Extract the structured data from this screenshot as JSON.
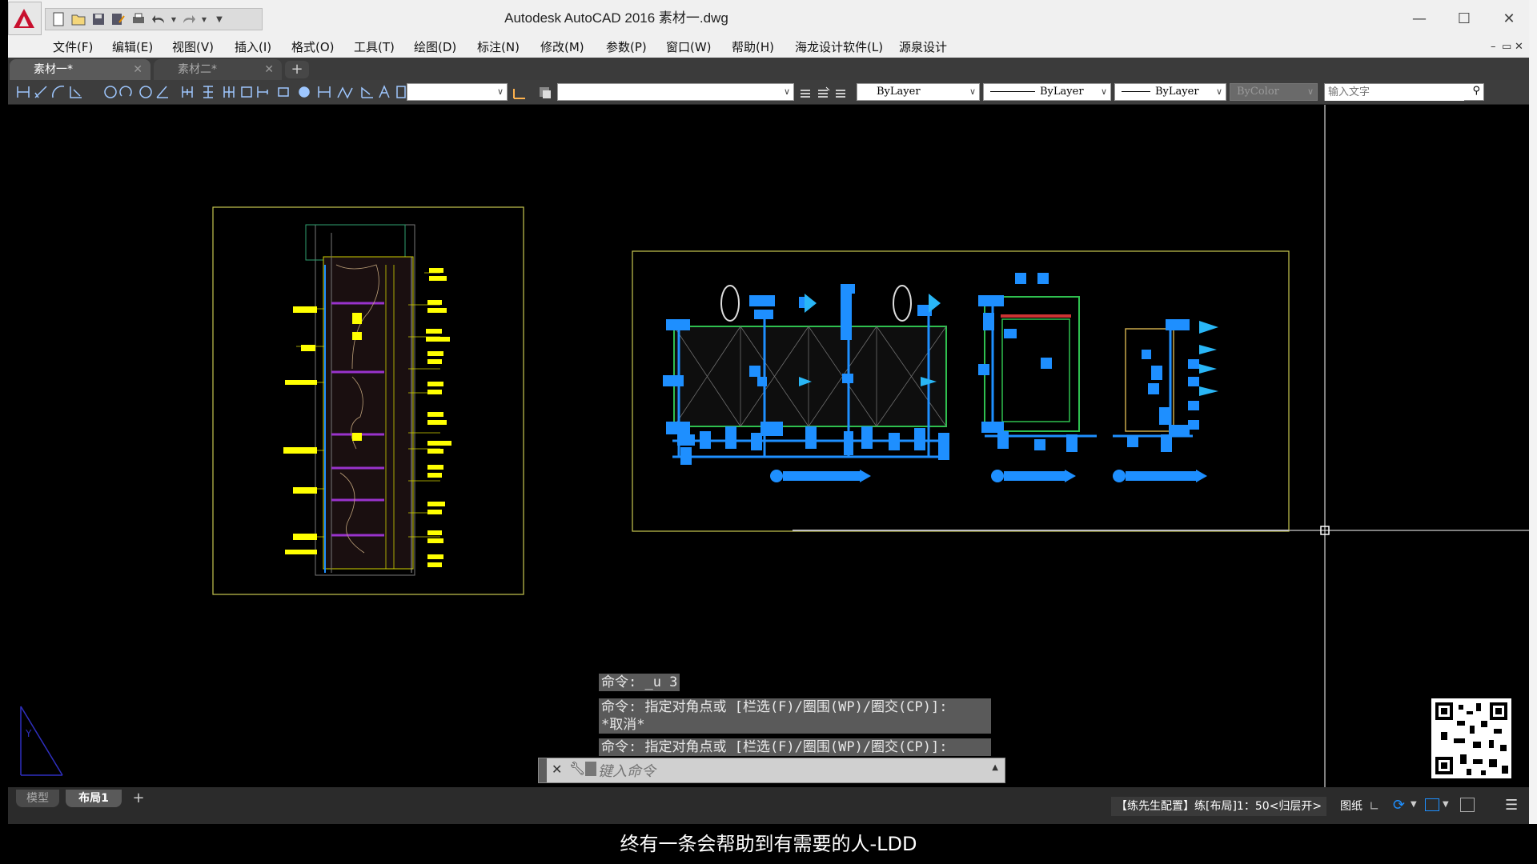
{
  "window": {
    "title": "Autodesk AutoCAD 2016      素材一.dwg",
    "minimize": "—",
    "maximize": "☐",
    "close": "✕"
  },
  "menu": {
    "items": [
      "文件(F)",
      "编辑(E)",
      "视图(V)",
      "插入(I)",
      "格式(O)",
      "工具(T)",
      "绘图(D)",
      "标注(N)",
      "修改(M)",
      "参数(P)",
      "窗口(W)",
      "帮助(H)",
      "海龙设计软件(L)",
      "源泉设计"
    ]
  },
  "tabs": [
    {
      "label": "素材一*",
      "active": true
    },
    {
      "label": "素材二*",
      "active": false
    }
  ],
  "toolbar": {
    "layer_combo": "",
    "style_combo": "",
    "color": "ByLayer",
    "linetype": "ByLayer",
    "lineweight": "ByLayer",
    "plotstyle": "ByColor",
    "search_placeholder": "输入文字"
  },
  "command": {
    "history": [
      "命令: _u 3",
      "命令: 指定对角点或 [栏选(F)/圈围(WP)/圈交(CP)]:",
      "*取消*",
      "命令: 指定对角点或 [栏选(F)/圈围(WP)/圈交(CP)]:"
    ],
    "placeholder": "键入命令"
  },
  "layout_tabs": [
    "模型",
    "布局1"
  ],
  "status": {
    "config": "【练先生配置】练[布局]1：50<归层开>",
    "paper": "图纸"
  },
  "subtitle": "终有一条会帮助到有需要的人-LDD",
  "colors": {
    "accent_red": "#c8102e",
    "cad_yellow": "#ffff00",
    "cad_blue": "#1e8fff",
    "cad_frame": "#b8b84a"
  }
}
